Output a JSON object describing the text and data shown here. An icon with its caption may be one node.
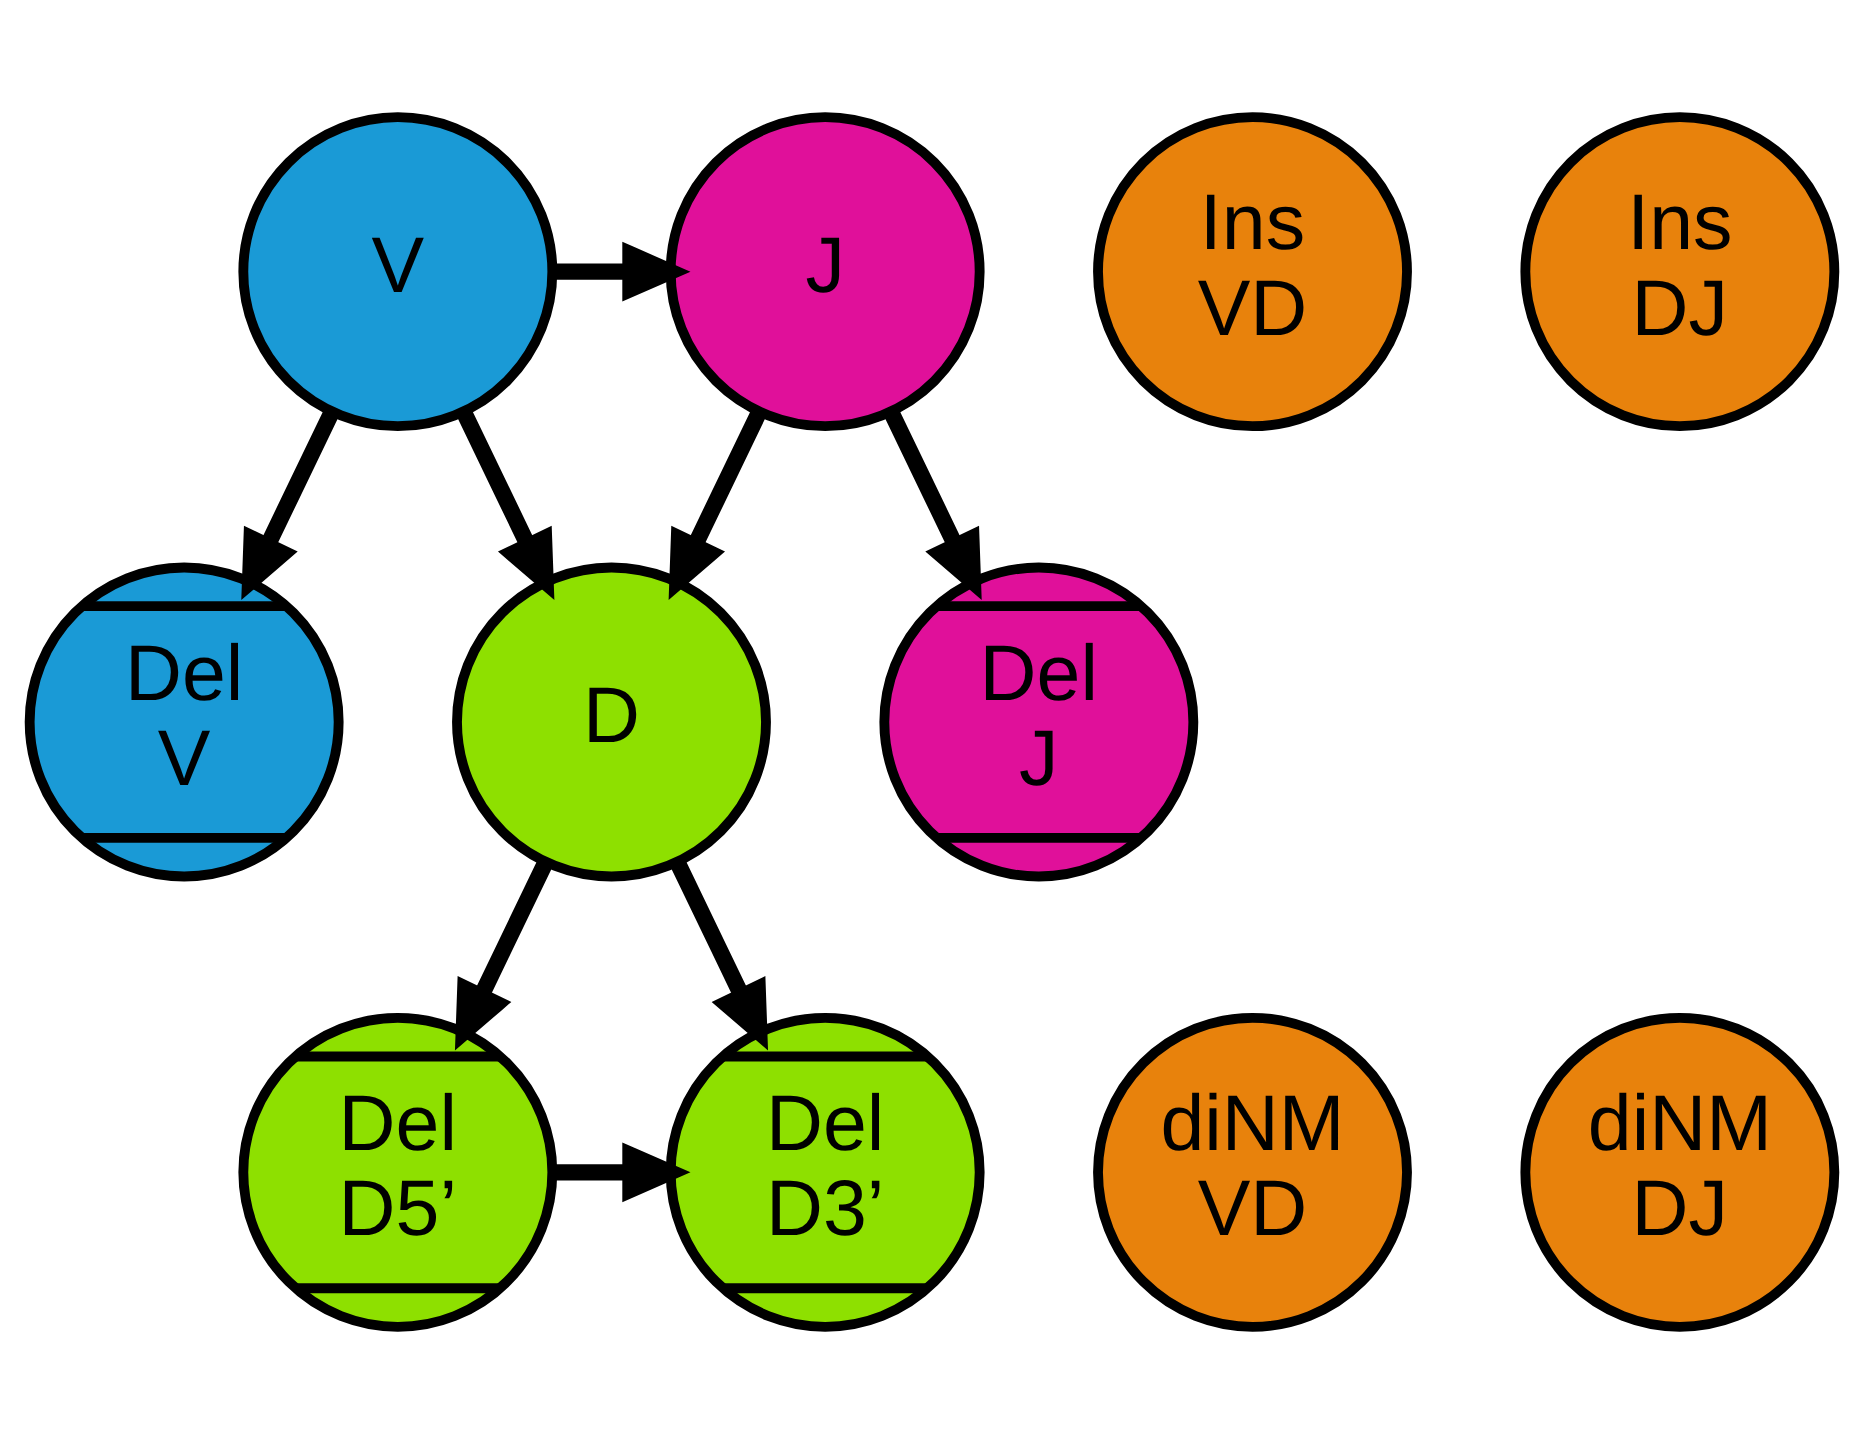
{
  "diagram": {
    "nodes": [
      {
        "text": [
          "V"
        ]
      },
      {
        "text": [
          "J"
        ]
      },
      {
        "text": [
          "Ins VD"
        ]
      },
      {
        "text": [
          "Ins DJ"
        ]
      },
      {
        "text": [
          "Del V"
        ]
      },
      {
        "text": [
          "D"
        ]
      },
      {
        "text": [
          "Del J"
        ]
      },
      {
        "text": [
          "diNM VD"
        ]
      },
      {
        "text": [
          "diNM DJ"
        ]
      },
      {
        "text": [
          "Del D5’"
        ]
      },
      {
        "text": [
          "Del D3’"
        ]
      }
    ],
    "edges": [
      {
        "from": 0,
        "to": 1,
        "arrow": "to"
      },
      {
        "from": 0,
        "to": 4,
        "arrow": "to"
      },
      {
        "from": 0,
        "to": 5,
        "arrow": "to"
      },
      {
        "from": 1,
        "to": 5,
        "arrow": "to"
      },
      {
        "from": 1,
        "to": 6,
        "arrow": "to"
      },
      {
        "from": 5,
        "to": 9,
        "arrow": "to"
      },
      {
        "from": 5,
        "to": 10,
        "arrow": "to"
      },
      {
        "from": 9,
        "to": 10,
        "arrow": "to"
      }
    ]
  }
}
